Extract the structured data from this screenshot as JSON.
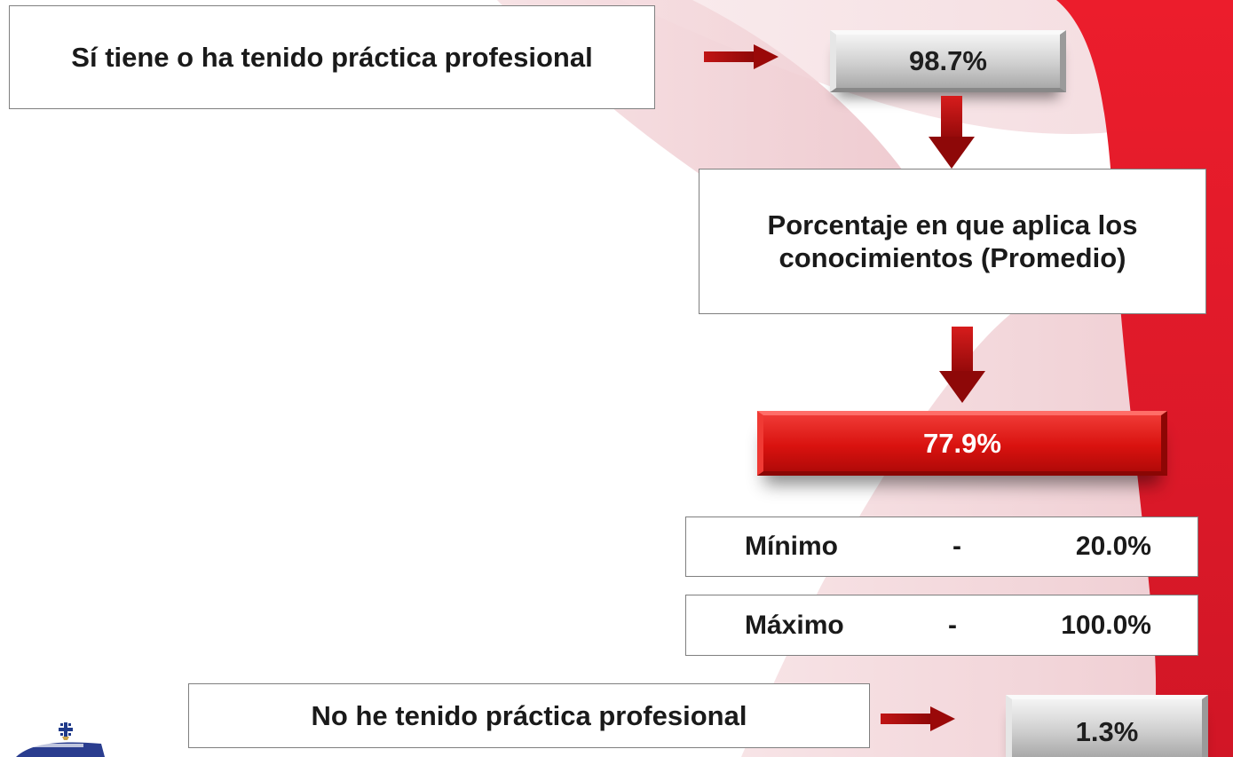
{
  "flow": {
    "practice_yes_label": "Sí tiene o ha tenido práctica profesional",
    "practice_yes_value": "98.7%",
    "avg_label": "Porcentaje en que aplica los conocimientos (Promedio)",
    "avg_value": "77.9%",
    "min_label": "Mínimo",
    "min_dash": "-",
    "min_value": "20.0%",
    "max_label": "Máximo",
    "max_dash": "-",
    "max_value": "100.0%",
    "practice_no_label": "No he tenido práctica profesional",
    "practice_no_value": "1.3%"
  },
  "colors": {
    "arrow_red": "#b4090a",
    "accent_red": "#d9120f",
    "background_pink": "#f3d3d7"
  },
  "icons": [
    "arrow-right-icon",
    "arrow-down-icon",
    "logo-emblem"
  ]
}
